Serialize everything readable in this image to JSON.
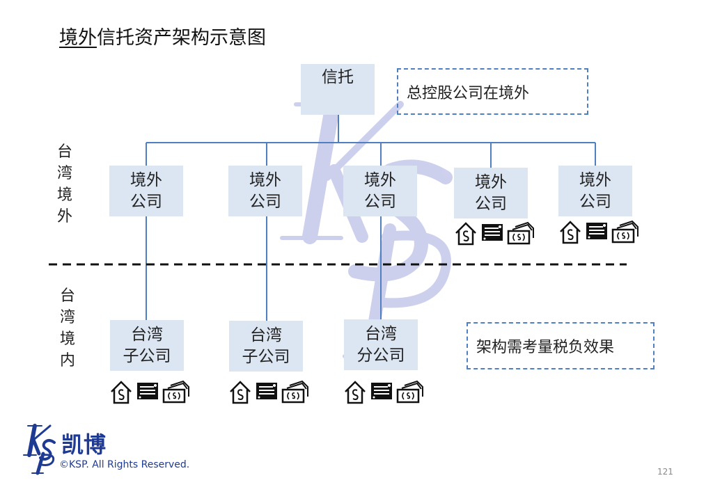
{
  "title": {
    "underlined": "境外",
    "rest": "信托资产架构示意图"
  },
  "trust": "信托",
  "note_top": "总控股公司在境外",
  "note_bottom": "架构需考量税负效果",
  "region_offshore": [
    "台",
    "湾",
    "境",
    "外"
  ],
  "region_onshore": [
    "台",
    "湾",
    "境",
    "内"
  ],
  "offshore_companies": [
    {
      "line1": "境外",
      "line2": "公司"
    },
    {
      "line1": "境外",
      "line2": "公司"
    },
    {
      "line1": "境外",
      "line2": "公司"
    },
    {
      "line1": "境外",
      "line2": "公司"
    },
    {
      "line1": "境外",
      "line2": "公司"
    }
  ],
  "taiwan_entities": [
    {
      "line1": "台湾",
      "line2": "子公司"
    },
    {
      "line1": "台湾",
      "line2": "子公司"
    },
    {
      "line1": "台湾",
      "line2": "分公司"
    }
  ],
  "asset_icons": [
    "real-estate-icon",
    "securities-icon",
    "cash-icon"
  ],
  "logo": {
    "mark": "KSP",
    "name": "凯博",
    "copyright": "©KSP. All Rights Reserved."
  },
  "page_number": "121",
  "colors": {
    "box": "#dce6f2",
    "line": "#4f7fc0",
    "watermark": "#c5c8ea",
    "brand": "#1f3a93"
  }
}
